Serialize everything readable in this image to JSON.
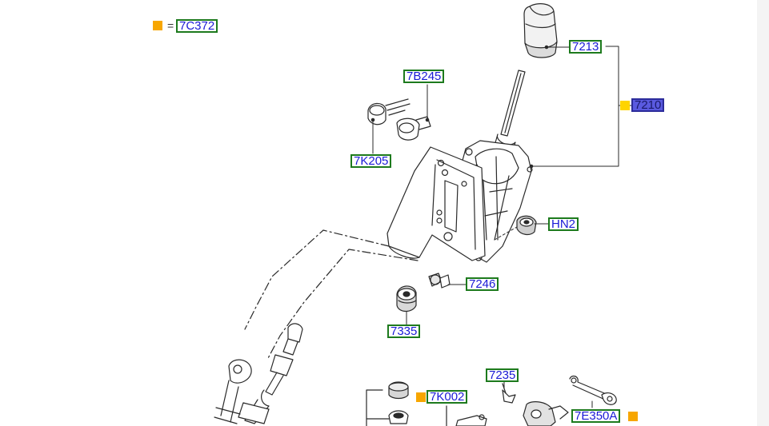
{
  "legend": {
    "equals": "=",
    "code": "7C372",
    "marker_color": "#f7a600"
  },
  "callouts": {
    "c7213": "7213",
    "c7210": "7210",
    "c7B245": "7B245",
    "c7K205": "7K205",
    "cHN2": "HN2",
    "c7246": "7246",
    "c7335": "7335",
    "c7235": "7235",
    "c7K002": "7K002",
    "c7E350A": "7E350A"
  },
  "colors": {
    "callout_border": "#1d7a1d",
    "callout_text": "#1a1ad6",
    "selected_fill": "#5a5ae0",
    "orange_marker": "#f7a600",
    "yellow_marker": "#ffd400",
    "line_art": "#2a2a2a"
  }
}
